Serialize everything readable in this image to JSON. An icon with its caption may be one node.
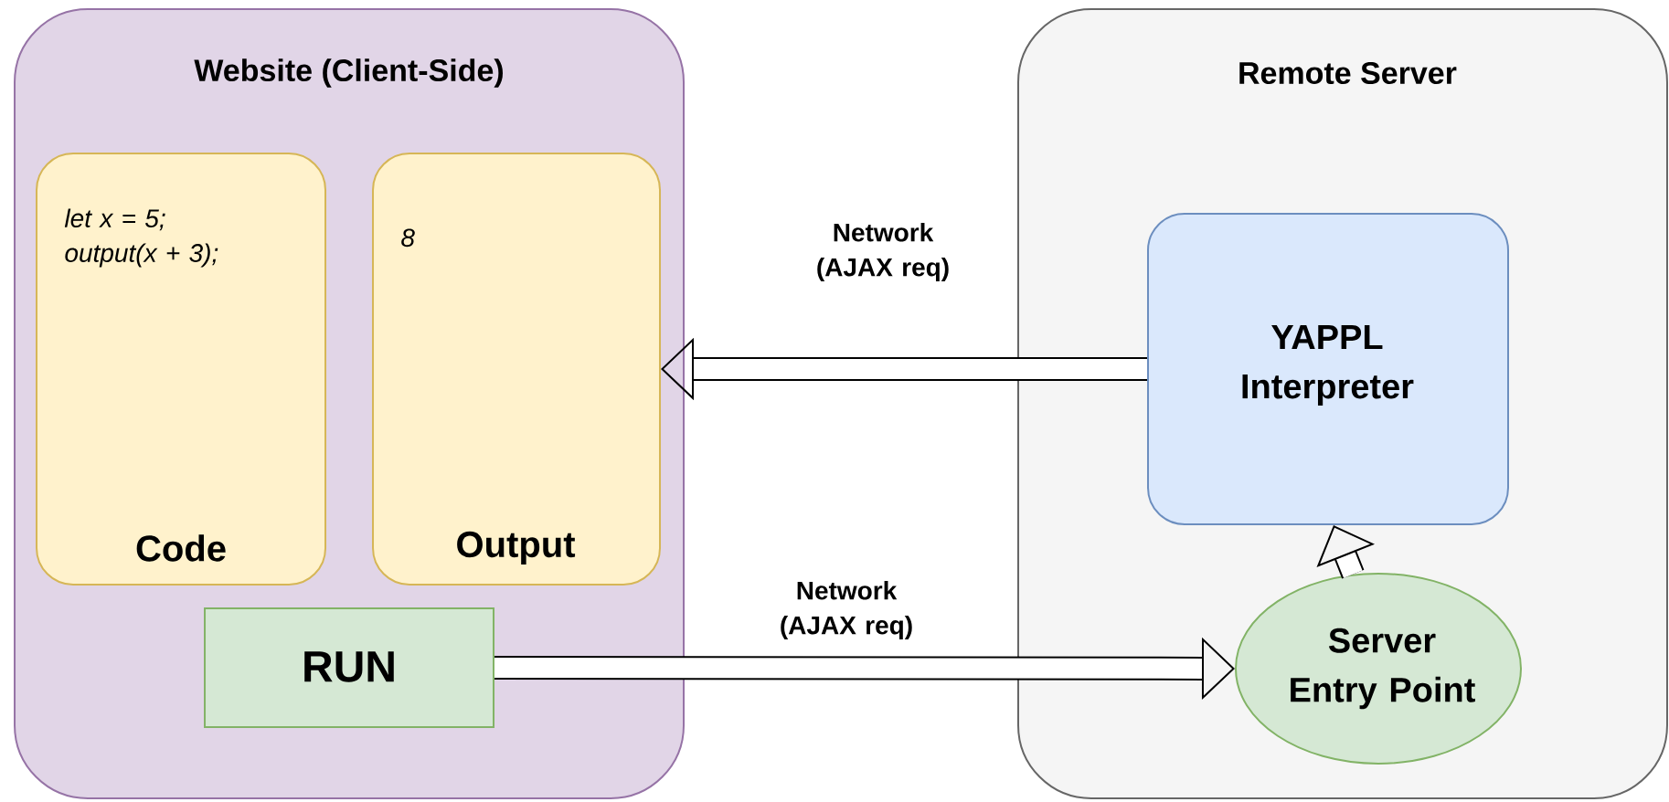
{
  "diagram": {
    "nodes": [
      {
        "text": [
          "Website (Client-Side)"
        ]
      },
      {
        "text": [
          "let x = 5; output(x + 3);",
          "Code"
        ],
        "in": 0
      },
      {
        "text": [
          "8",
          "Output"
        ],
        "in": 0
      },
      {
        "text": [
          "RUN"
        ],
        "in": 0
      },
      {
        "text": [
          "Remote Server"
        ]
      },
      {
        "text": [
          "YAPPL Interpreter"
        ],
        "in": 4
      },
      {
        "text": [
          "Server Entry Point"
        ],
        "in": 4
      }
    ],
    "edges": [
      {
        "from": 5,
        "to": 2,
        "arrow": "to",
        "label": "Network (AJAX req)"
      },
      {
        "from": 3,
        "to": 6,
        "arrow": "to",
        "label": "Network (AJAX req)"
      },
      {
        "from": 6,
        "to": 5,
        "arrow": "to"
      }
    ]
  }
}
